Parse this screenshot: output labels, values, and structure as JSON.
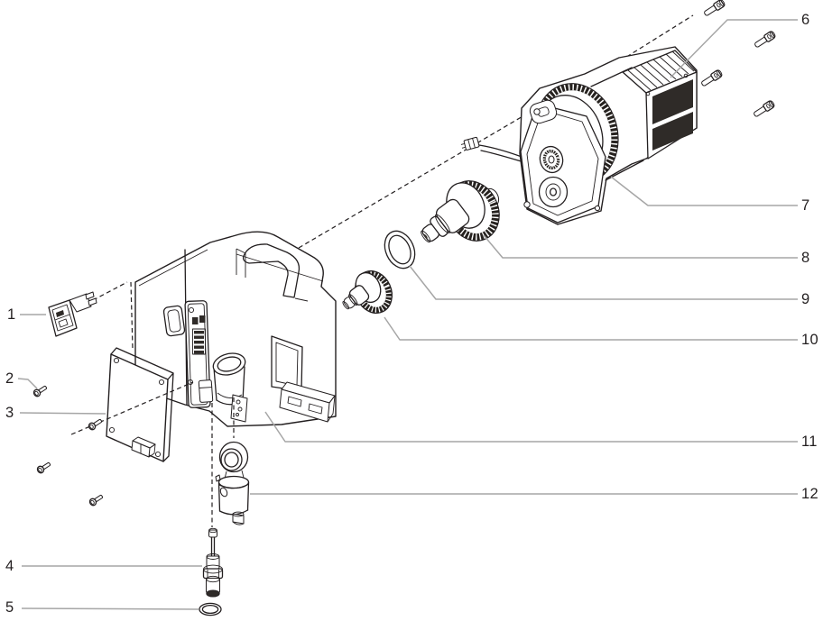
{
  "diagram": {
    "kind": "exploded-parts-diagram",
    "background_color": "#ffffff",
    "line_color": "#231f20",
    "leader_color": "#a6a6a6",
    "callouts": [
      {
        "number": "1",
        "part": "power-rocker-switch"
      },
      {
        "number": "2",
        "part": "mounting-screw"
      },
      {
        "number": "3",
        "part": "cover-plate"
      },
      {
        "number": "4",
        "part": "valve-push-rod"
      },
      {
        "number": "5",
        "part": "o-ring-small"
      },
      {
        "number": "6",
        "part": "motor-cap-screws"
      },
      {
        "number": "7",
        "part": "motor-assembly"
      },
      {
        "number": "8",
        "part": "drive-gear-shaft"
      },
      {
        "number": "9",
        "part": "o-ring-seal"
      },
      {
        "number": "10",
        "part": "pinion-gear"
      },
      {
        "number": "11",
        "part": "pump-housing"
      },
      {
        "number": "12",
        "part": "suction-valve-assembly"
      }
    ]
  }
}
